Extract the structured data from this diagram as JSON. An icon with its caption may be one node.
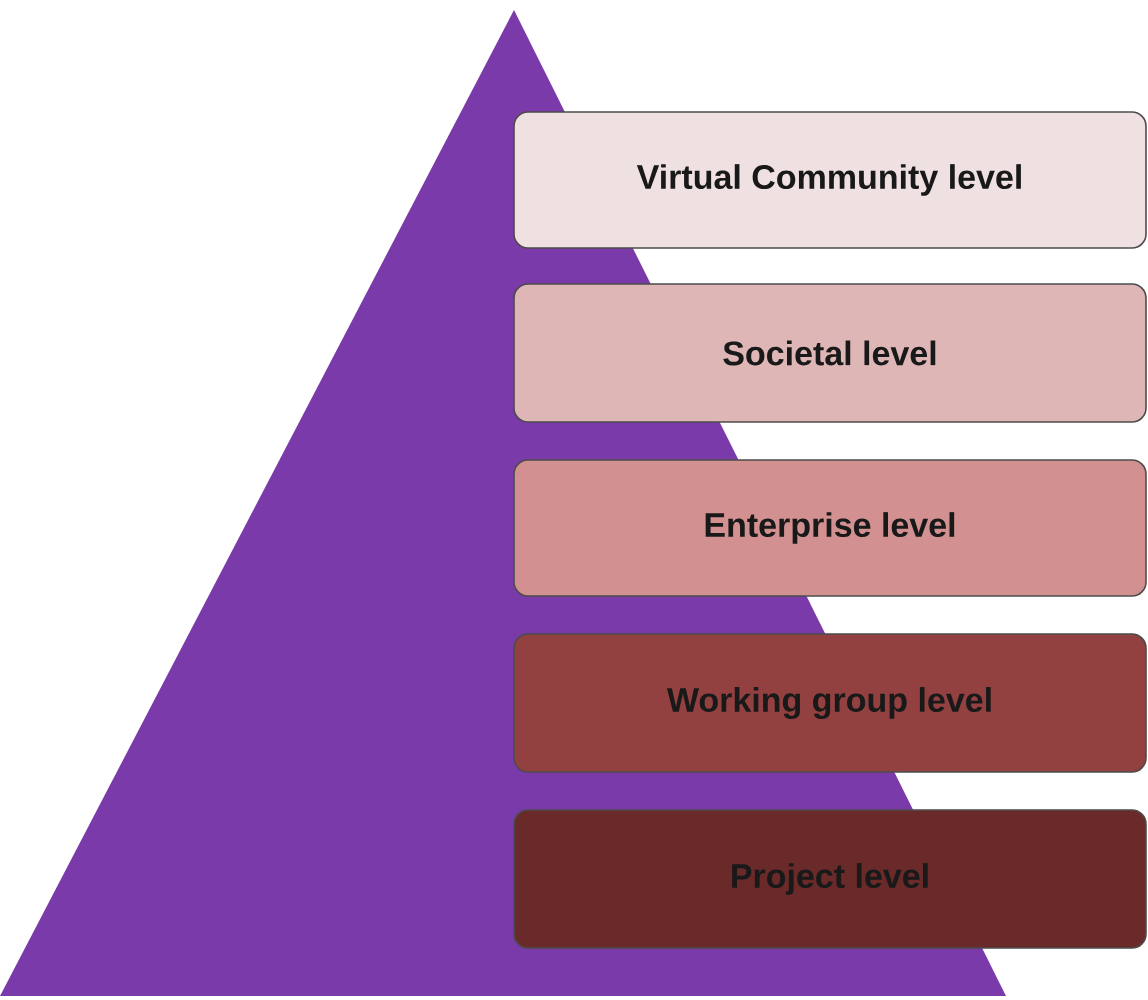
{
  "diagram": {
    "nodes": [
      {
        "text": [],
        "shape": "triangle"
      },
      {
        "text": [
          "Virtual Community level"
        ]
      },
      {
        "text": [
          "Societal level"
        ]
      },
      {
        "text": [
          "Enterprise level"
        ]
      },
      {
        "text": [
          "Working group level"
        ]
      },
      {
        "text": [
          "Project level"
        ]
      }
    ]
  }
}
